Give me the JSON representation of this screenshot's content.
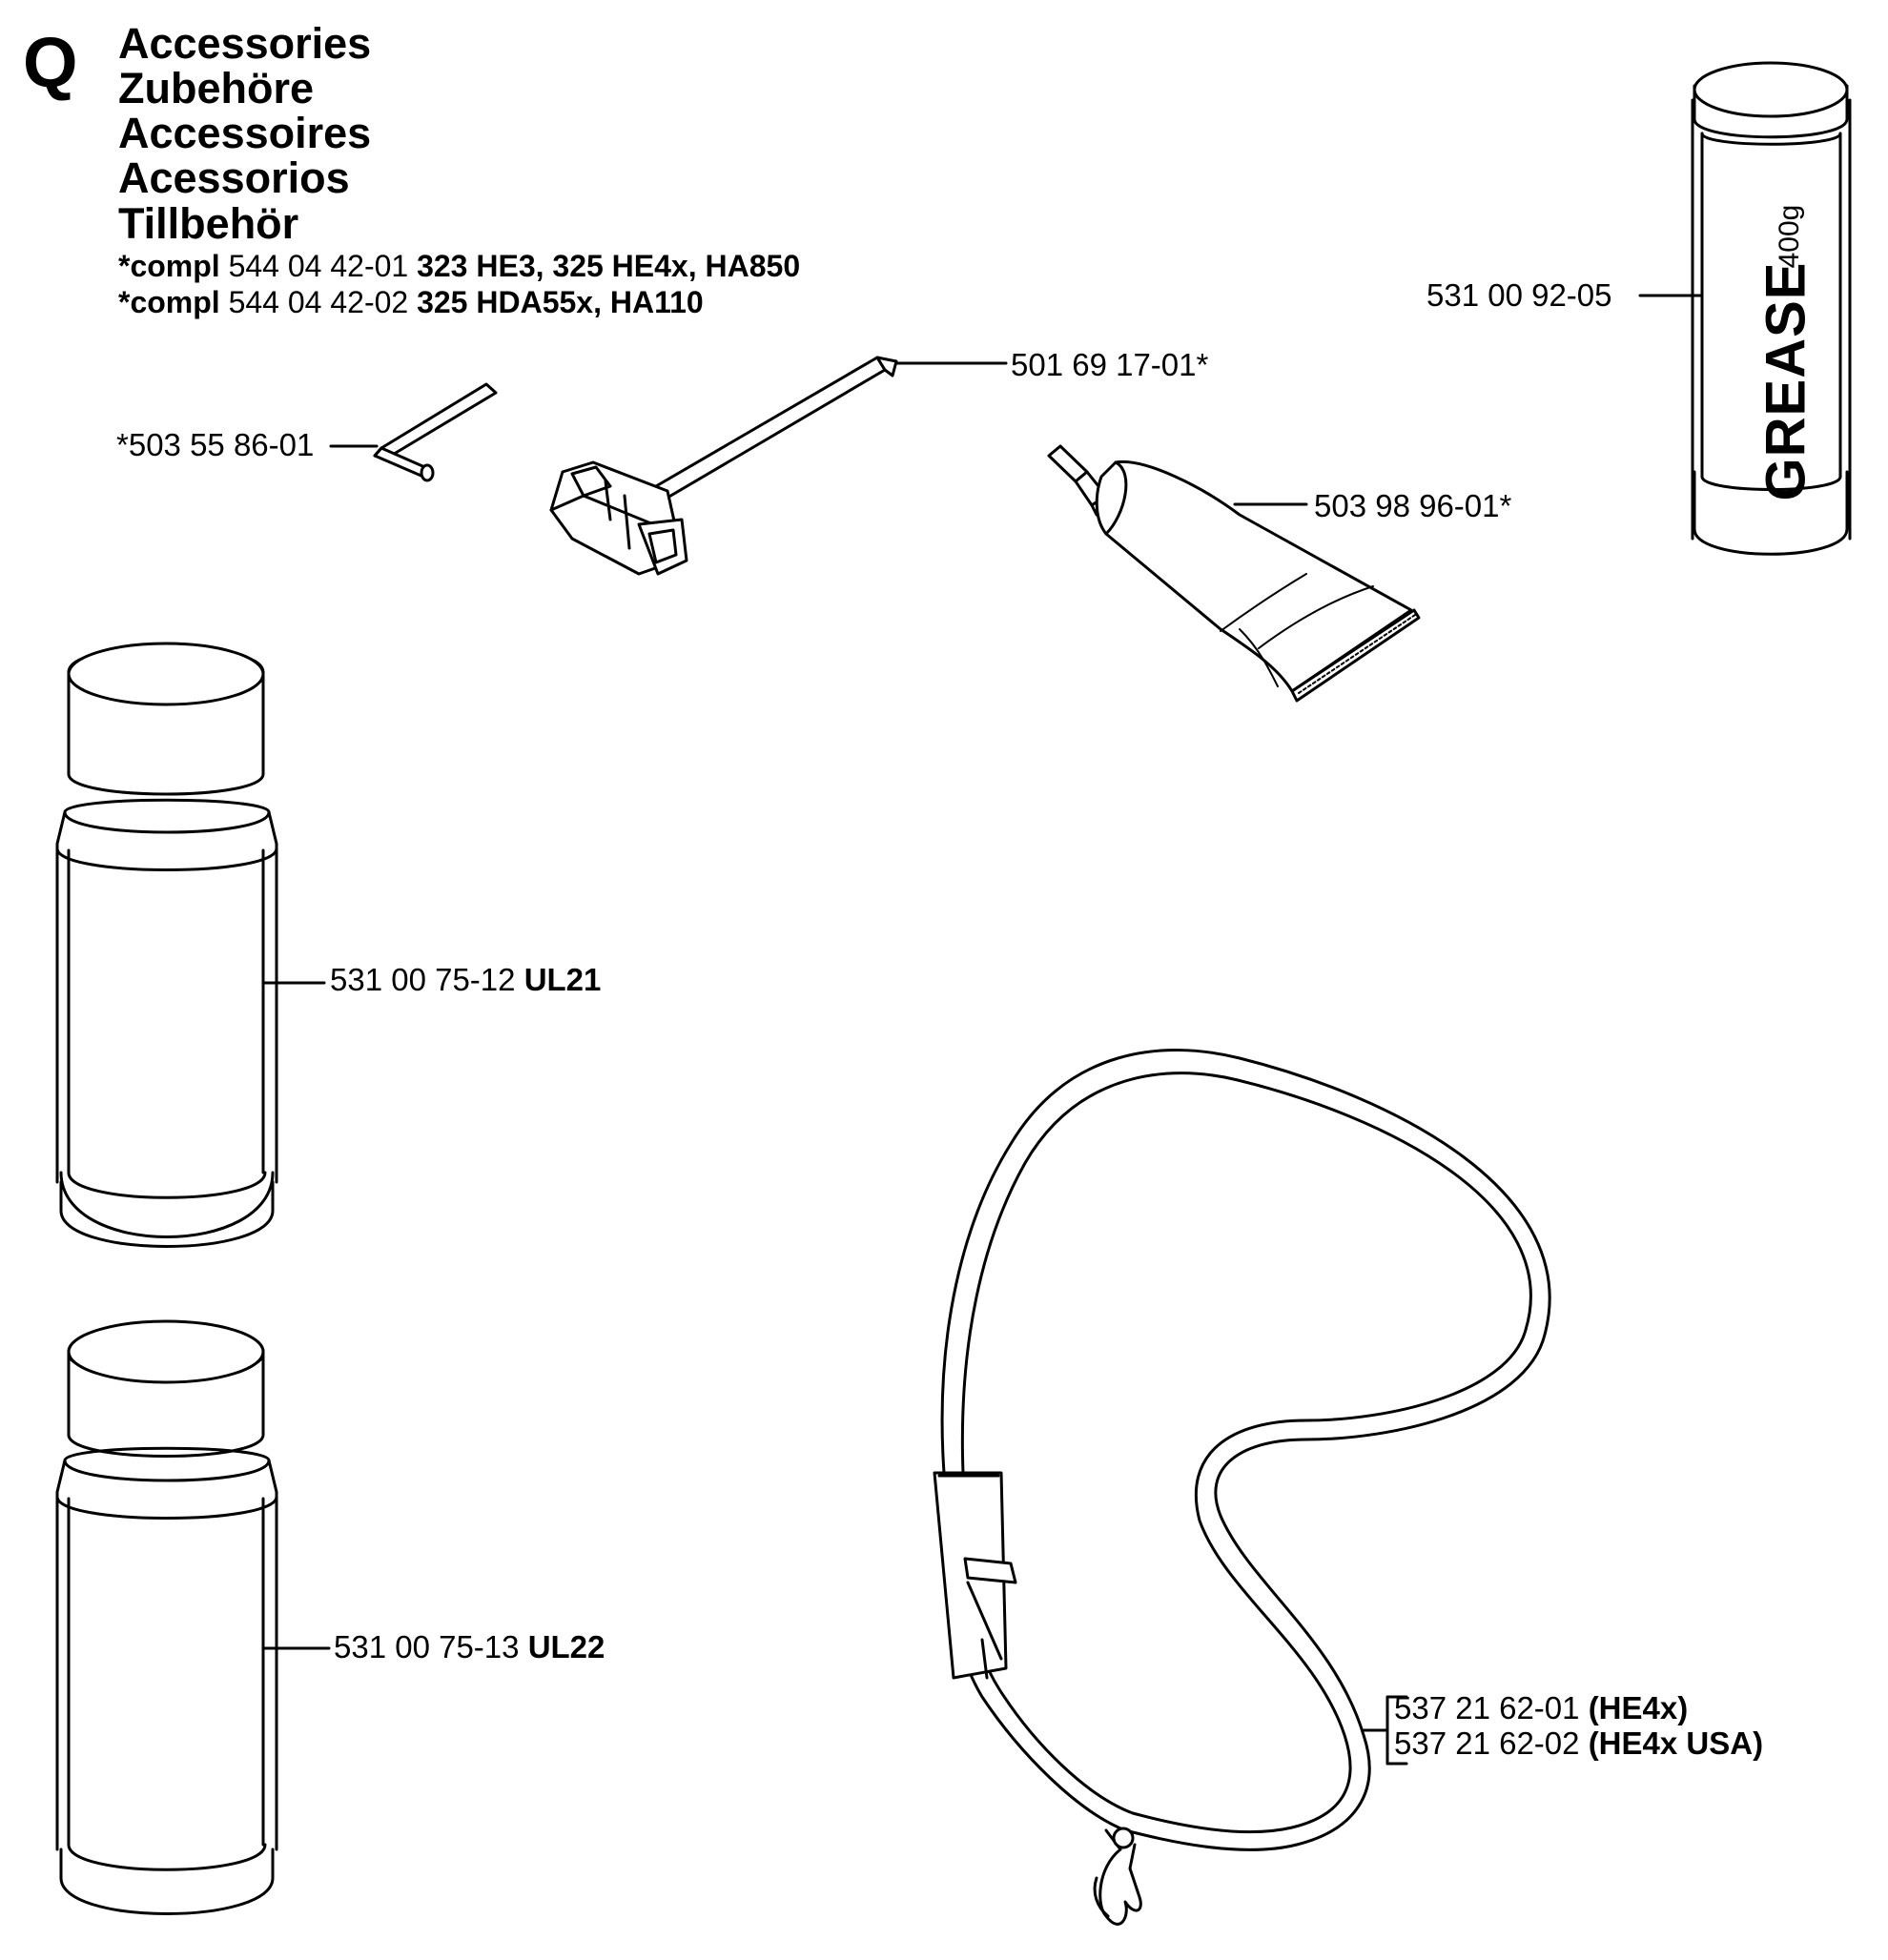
{
  "header": {
    "section_letter": "Q",
    "titles": [
      "Accessories",
      "Zubehöre",
      "Accessoires",
      "Acessorios",
      "Tillbehör"
    ],
    "compl_lines": [
      {
        "prefix": "*compl",
        "part": "544 04 42-01",
        "models": "323 HE3, 325 HE4x, HA850"
      },
      {
        "prefix": "*compl",
        "part": "544 04 42-02",
        "models": "325 HDA55x, HA110"
      }
    ]
  },
  "parts": {
    "hex_key": {
      "label": "*503 55 86-01",
      "icon": "allen-key-icon"
    },
    "combi_wrench": {
      "label": "501 69 17-01*",
      "icon": "spark-plug-wrench-icon"
    },
    "grease_tube": {
      "label": "503 98 96-01*",
      "icon": "grease-tube-icon"
    },
    "grease_tub": {
      "label": "531 00 92-05",
      "icon": "grease-cartridge-icon",
      "text": "GREASE",
      "weight": "400g"
    },
    "spray_can_1": {
      "part": "531 00 75-12",
      "variant": "UL21",
      "icon": "spray-can-icon"
    },
    "spray_can_2": {
      "part": "531 00 75-13",
      "variant": "UL22",
      "icon": "spray-can-icon"
    },
    "strap": {
      "icon": "shoulder-strap-icon",
      "options": [
        {
          "part": "537 21 62-01",
          "variant": "(HE4x)"
        },
        {
          "part": "537 21 62-02",
          "variant": "(HE4x USA)"
        }
      ]
    }
  },
  "colors": {
    "ink": "#000000",
    "paper": "#ffffff"
  }
}
